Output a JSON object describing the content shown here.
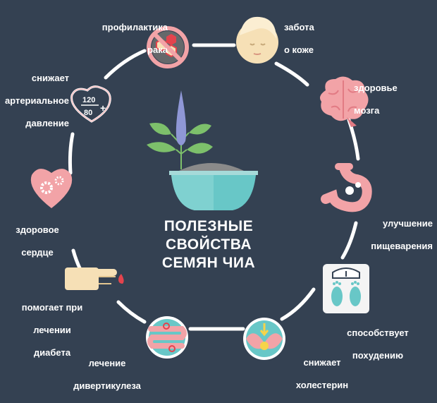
{
  "colors": {
    "background": "#344152",
    "ring": "#ffffff",
    "pink": "#f2a3a7",
    "pink_dark": "#e27b84",
    "teal": "#68c7c7",
    "teal_dark": "#3ea6a8",
    "lavender": "#8f97d6",
    "leaf": "#7dc06b",
    "skin": "#f6e0b6",
    "red": "#e4434d"
  },
  "title": {
    "line1": "ПОЛЕЗНЫЕ",
    "line2": "СВОЙСТВА",
    "line3": "СЕМЯН ЧИА"
  },
  "benefits": {
    "cancer": {
      "icon": "no-cancer-icon",
      "line1": "профилактика",
      "line2": "рака"
    },
    "skin": {
      "icon": "face-icon",
      "line1": "забота",
      "line2": "о коже"
    },
    "brain": {
      "icon": "brain-icon",
      "line1": "здоровье",
      "line2": "мозга"
    },
    "digestion": {
      "icon": "stomach-icon",
      "line1": "улучшение",
      "line2": "пищеварения"
    },
    "weight": {
      "icon": "scale-icon",
      "line1": "способствует",
      "line2": "похудению"
    },
    "cholesterol": {
      "icon": "artery-icon",
      "line1": "снижает",
      "line2": "холестерин"
    },
    "diverticulosis": {
      "icon": "intestine-icon",
      "line1": "лечение",
      "line2": "дивертикулеза"
    },
    "diabetes": {
      "icon": "finger-drop-icon",
      "line1": "помогает при",
      "line2": "лечении",
      "line3": "диабета"
    },
    "heart": {
      "icon": "heart-gears-icon",
      "line1": "здоровое",
      "line2": "сердце"
    },
    "pressure": {
      "icon": "heart-pressure-icon",
      "line1": "снижает",
      "line2": "артериальное",
      "line3": "давление",
      "reading_top": "120",
      "reading_bottom": "80",
      "plus": "+"
    }
  }
}
